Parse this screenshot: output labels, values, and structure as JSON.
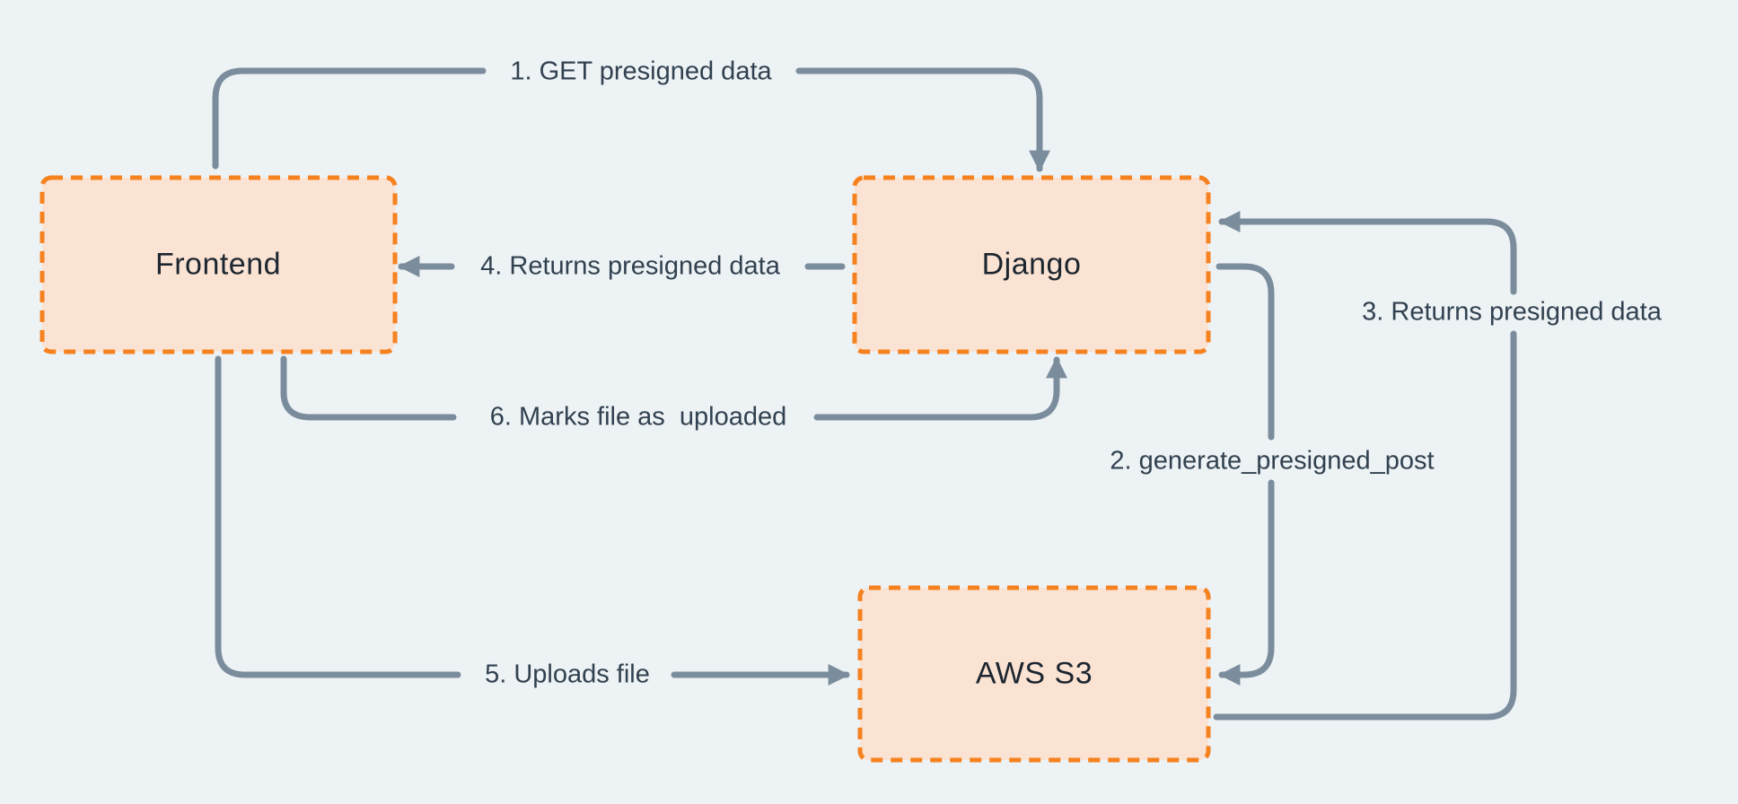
{
  "colors": {
    "bg": "#edf2f5",
    "node-fill": "#fbe3d3",
    "node-border": "#f5811f",
    "arrow": "#7b8d9c",
    "step-text": "#31414f",
    "node-text": "#1c2630"
  },
  "nodes": [
    {
      "id": "frontend",
      "label": "Frontend"
    },
    {
      "id": "django",
      "label": "Django"
    },
    {
      "id": "aws-s3",
      "label": "AWS S3"
    }
  ],
  "steps": [
    {
      "num": "1",
      "text": "1. GET presigned data"
    },
    {
      "num": "2",
      "text": "2. generate_presigned_post"
    },
    {
      "num": "3",
      "text": "3. Returns presigned data"
    },
    {
      "num": "4",
      "text": "4. Returns presigned data"
    },
    {
      "num": "5",
      "text": "5. Uploads file"
    },
    {
      "num": "6",
      "text": "6. Marks file as  uploaded"
    }
  ]
}
